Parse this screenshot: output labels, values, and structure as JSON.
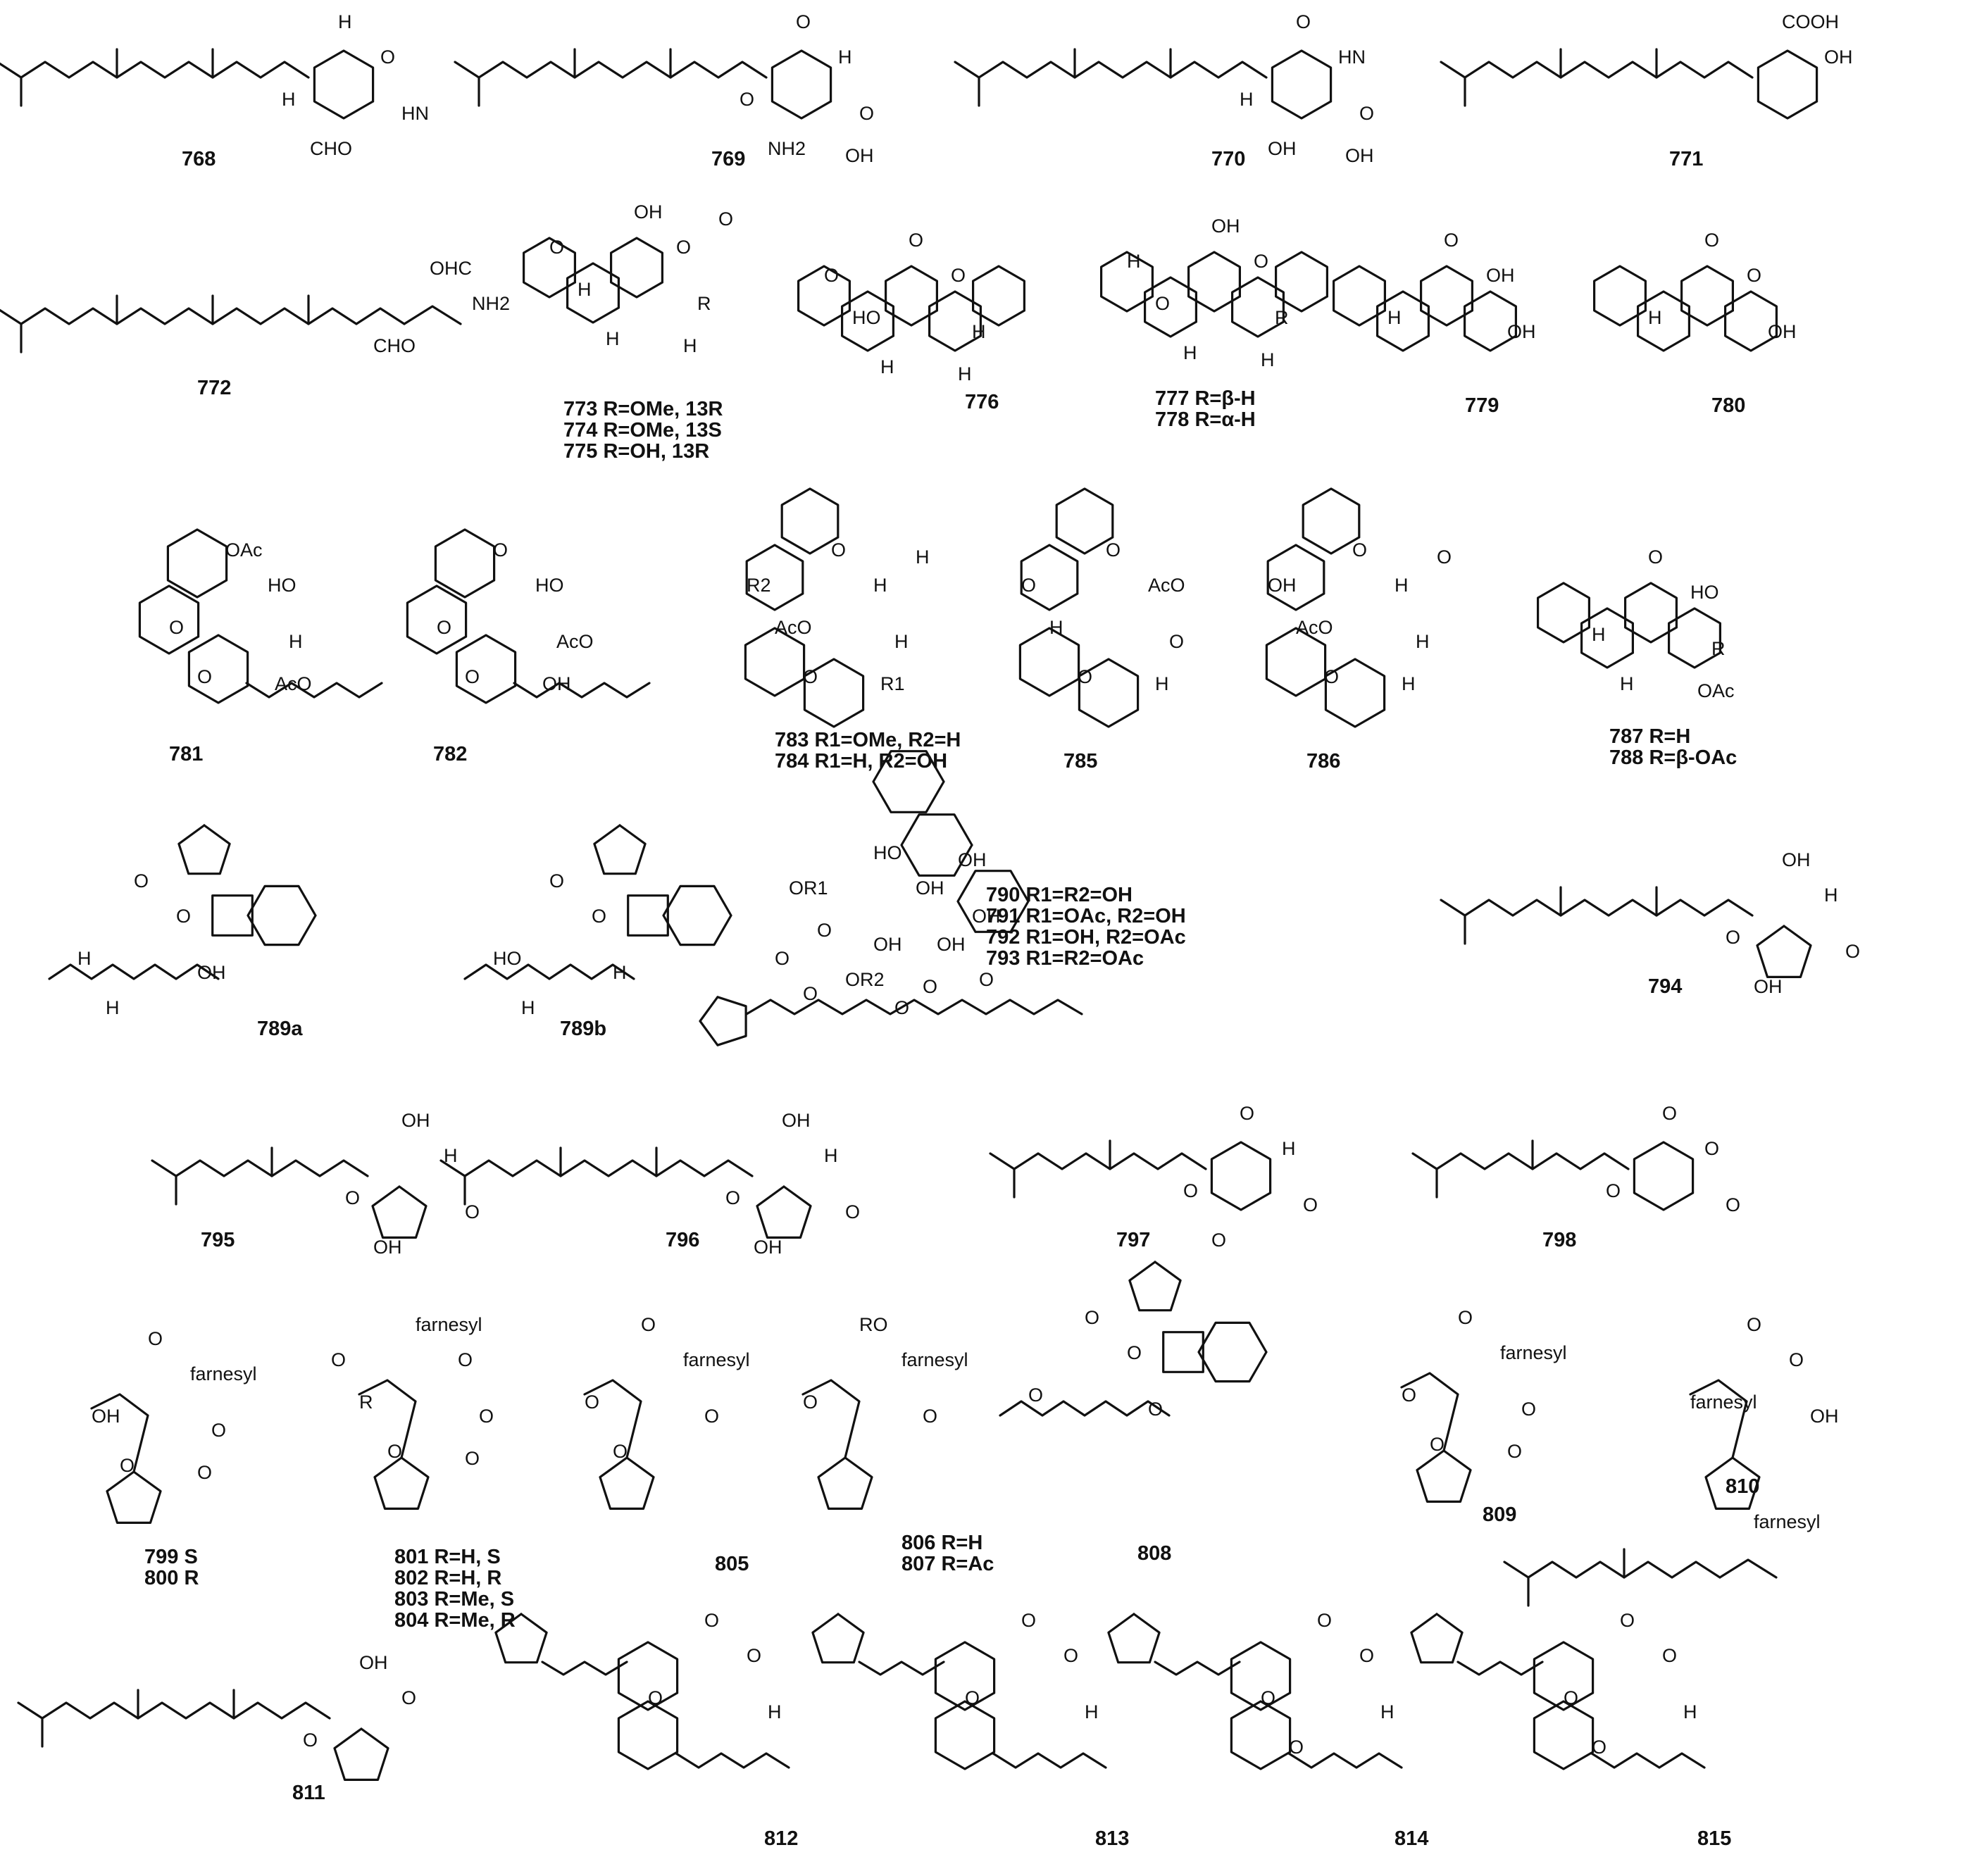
{
  "figure": {
    "compounds": [
      {
        "id": "768",
        "labels": [
          "H",
          "O",
          "H",
          "HN",
          "CHO"
        ]
      },
      {
        "id": "769",
        "labels": [
          "O",
          "H",
          "O",
          "O",
          "NH2",
          "OH"
        ]
      },
      {
        "id": "770",
        "labels": [
          "O",
          "HN",
          "H",
          "O",
          "OH",
          "OH"
        ]
      },
      {
        "id": "771",
        "labels": [
          "COOH",
          "OH"
        ]
      },
      {
        "id": "772",
        "labels": [
          "OHC",
          "NH2",
          "CHO"
        ]
      },
      {
        "id": "773-775",
        "labels": [
          "OH",
          "O",
          "H",
          "R",
          "H",
          "H",
          "O",
          "O"
        ],
        "captions": [
          "773 R=OMe, 13R",
          "774 R=OMe, 13S",
          "775 R=OH, 13R"
        ]
      },
      {
        "id": "776",
        "labels": [
          "O",
          "O",
          "HO",
          "H",
          "H",
          "H",
          "O"
        ]
      },
      {
        "id": "777-778",
        "labels": [
          "OH",
          "O",
          "O",
          "R",
          "H",
          "H",
          "H"
        ],
        "captions": [
          "777 R=β-H",
          "778 R=α-H"
        ]
      },
      {
        "id": "779",
        "labels": [
          "O",
          "OH",
          "H",
          "OH"
        ]
      },
      {
        "id": "780",
        "labels": [
          "O",
          "O",
          "H",
          "OH"
        ]
      },
      {
        "id": "781",
        "labels": [
          "OAc",
          "HO",
          "O",
          "H",
          "O",
          "AcO"
        ]
      },
      {
        "id": "782",
        "labels": [
          "O",
          "HO",
          "O",
          "AcO",
          "O",
          "OH"
        ]
      },
      {
        "id": "783-784",
        "labels": [
          "O",
          "H",
          "AcO",
          "H",
          "O",
          "R1",
          "R2",
          "H"
        ],
        "captions": [
          "783 R1=OMe, R2=H",
          "784 R1=H, R2=OH"
        ]
      },
      {
        "id": "785",
        "labels": [
          "O",
          "AcO",
          "H",
          "O",
          "O",
          "H",
          "O"
        ]
      },
      {
        "id": "786",
        "labels": [
          "O",
          "H",
          "AcO",
          "H",
          "O",
          "H",
          "OH",
          "O"
        ]
      },
      {
        "id": "787-788",
        "labels": [
          "O",
          "HO",
          "H",
          "R",
          "H",
          "OAc"
        ],
        "captions": [
          "787 R=H",
          "788 R=β-OAc"
        ]
      },
      {
        "id": "789a",
        "labels": [
          "O",
          "O",
          "H",
          "OH",
          "H"
        ]
      },
      {
        "id": "789b",
        "labels": [
          "O",
          "O",
          "HO",
          "H",
          "H"
        ]
      },
      {
        "id": "790-793",
        "labels": [
          "HO",
          "OH",
          "O",
          "OH",
          "OR2",
          "O",
          "OR1",
          "OH",
          "O",
          "O",
          "OH",
          "OH",
          "O",
          "O"
        ],
        "captions": [
          "790 R1=R2=OH",
          "791 R1=OAc, R2=OH",
          "792 R1=OH, R2=OAc",
          "793 R1=R2=OAc"
        ]
      },
      {
        "id": "794",
        "labels": [
          "OH",
          "H",
          "O",
          "O",
          "OH"
        ]
      },
      {
        "id": "795",
        "labels": [
          "OH",
          "H",
          "O",
          "O",
          "OH"
        ]
      },
      {
        "id": "796",
        "labels": [
          "OH",
          "H",
          "O",
          "O",
          "OH"
        ]
      },
      {
        "id": "797",
        "labels": [
          "O",
          "H",
          "O",
          "O",
          "O"
        ]
      },
      {
        "id": "798",
        "labels": [
          "O",
          "O",
          "O",
          "O"
        ]
      },
      {
        "id": "799-800",
        "labels": [
          "O",
          "farnesyl",
          "OH",
          "O",
          "O",
          "O"
        ],
        "captions": [
          "799 S",
          "800 R"
        ]
      },
      {
        "id": "801-804",
        "labels": [
          "farnesyl",
          "O",
          "R",
          "O",
          "O",
          "O",
          "O"
        ],
        "captions": [
          "801 R=H, S",
          "802 R=H, R",
          "803 R=Me, S",
          "804 R=Me, R"
        ]
      },
      {
        "id": "805",
        "labels": [
          "O",
          "farnesyl",
          "O",
          "O",
          "O"
        ]
      },
      {
        "id": "806-807",
        "labels": [
          "RO",
          "farnesyl",
          "O",
          "O"
        ],
        "captions": [
          "806 R=H",
          "807 R=Ac"
        ]
      },
      {
        "id": "808",
        "labels": [
          "O",
          "O",
          "O",
          "O"
        ]
      },
      {
        "id": "809",
        "labels": [
          "O",
          "farnesyl",
          "O",
          "O",
          "O",
          "O"
        ]
      },
      {
        "id": "810",
        "labels": [
          "O",
          "O",
          "farnesyl",
          "OH"
        ]
      },
      {
        "id": "farnesyl",
        "labels": [
          "farnesyl"
        ]
      },
      {
        "id": "811",
        "labels": [
          "OH",
          "O",
          "O"
        ]
      },
      {
        "id": "812",
        "labels": [
          "O",
          "O",
          "O",
          "H"
        ]
      },
      {
        "id": "813",
        "labels": [
          "O",
          "O",
          "O",
          "H"
        ]
      },
      {
        "id": "814",
        "labels": [
          "O",
          "O",
          "O",
          "H",
          "O"
        ]
      },
      {
        "id": "815",
        "labels": [
          "O",
          "O",
          "O",
          "H",
          "O"
        ]
      }
    ]
  }
}
